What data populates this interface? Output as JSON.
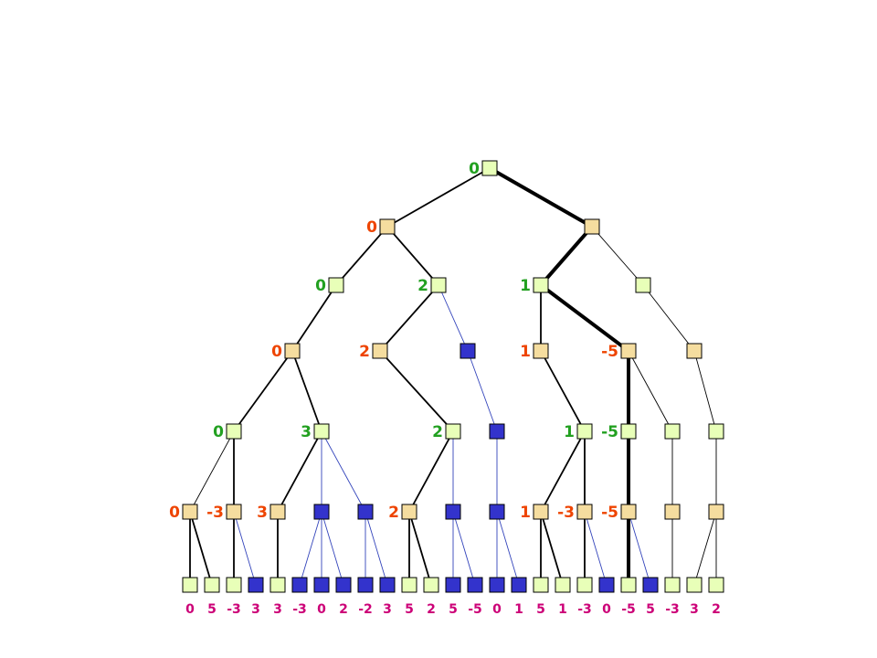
{
  "colors": {
    "max_node": "#e8ffb8",
    "min_node": "#f5dd9f",
    "pruned_node": "#3333cc",
    "max_label": "#22a020",
    "min_label": "#ee4400",
    "leaf_label": "#cc0077",
    "edge": "#000000",
    "pruned_edge": "#3344bb"
  },
  "tree": {
    "nodes": [
      {
        "id": "r",
        "kind": "max",
        "label": "0"
      },
      {
        "id": "a",
        "kind": "min",
        "label": "0"
      },
      {
        "id": "b",
        "kind": "min",
        "label": ""
      },
      {
        "id": "a1",
        "kind": "max",
        "label": "0"
      },
      {
        "id": "a2",
        "kind": "max",
        "label": "2"
      },
      {
        "id": "b1",
        "kind": "max",
        "label": "1"
      },
      {
        "id": "b2",
        "kind": "max",
        "label": ""
      },
      {
        "id": "a1a",
        "kind": "min",
        "label": "0"
      },
      {
        "id": "a2a",
        "kind": "min",
        "label": "2"
      },
      {
        "id": "a2b",
        "kind": "pruned",
        "label": ""
      },
      {
        "id": "b1a",
        "kind": "min",
        "label": "1"
      },
      {
        "id": "b1b",
        "kind": "min",
        "label": "-5"
      },
      {
        "id": "b2a",
        "kind": "min",
        "label": ""
      },
      {
        "id": "a1a1",
        "kind": "max",
        "label": "0"
      },
      {
        "id": "a1a2",
        "kind": "max",
        "label": "3"
      },
      {
        "id": "a2a1",
        "kind": "max",
        "label": "2"
      },
      {
        "id": "a2b1",
        "kind": "pruned",
        "label": ""
      },
      {
        "id": "b1a1",
        "kind": "max",
        "label": "1"
      },
      {
        "id": "b1b1",
        "kind": "max",
        "label": "-5"
      },
      {
        "id": "b1b2",
        "kind": "max",
        "label": ""
      },
      {
        "id": "b2a1",
        "kind": "max",
        "label": ""
      },
      {
        "id": "m1",
        "kind": "min",
        "label": "0"
      },
      {
        "id": "m2",
        "kind": "min",
        "label": "-3"
      },
      {
        "id": "m3",
        "kind": "min",
        "label": "3"
      },
      {
        "id": "m4",
        "kind": "pruned",
        "label": ""
      },
      {
        "id": "m5",
        "kind": "pruned",
        "label": ""
      },
      {
        "id": "m6",
        "kind": "min",
        "label": "2"
      },
      {
        "id": "m7",
        "kind": "pruned",
        "label": ""
      },
      {
        "id": "m8",
        "kind": "pruned",
        "label": ""
      },
      {
        "id": "m9",
        "kind": "min",
        "label": "1"
      },
      {
        "id": "m10",
        "kind": "min",
        "label": "-3"
      },
      {
        "id": "m11",
        "kind": "min",
        "label": "-5"
      },
      {
        "id": "m12",
        "kind": "min",
        "label": ""
      },
      {
        "id": "m13",
        "kind": "min",
        "label": ""
      }
    ],
    "leaves": [
      {
        "label": "0",
        "kind": "max"
      },
      {
        "label": "5",
        "kind": "max"
      },
      {
        "label": "-3",
        "kind": "max"
      },
      {
        "label": "3",
        "kind": "pruned"
      },
      {
        "label": "3",
        "kind": "max"
      },
      {
        "label": "-3",
        "kind": "pruned"
      },
      {
        "label": "0",
        "kind": "pruned"
      },
      {
        "label": "2",
        "kind": "pruned"
      },
      {
        "label": "-2",
        "kind": "pruned"
      },
      {
        "label": "3",
        "kind": "pruned"
      },
      {
        "label": "5",
        "kind": "max"
      },
      {
        "label": "2",
        "kind": "max"
      },
      {
        "label": "5",
        "kind": "pruned"
      },
      {
        "label": "-5",
        "kind": "pruned"
      },
      {
        "label": "0",
        "kind": "pruned"
      },
      {
        "label": "1",
        "kind": "pruned"
      },
      {
        "label": "5",
        "kind": "max"
      },
      {
        "label": "1",
        "kind": "max"
      },
      {
        "label": "-3",
        "kind": "max"
      },
      {
        "label": "0",
        "kind": "pruned"
      },
      {
        "label": "-5",
        "kind": "max"
      },
      {
        "label": "5",
        "kind": "pruned"
      },
      {
        "label": "-3",
        "kind": "max"
      },
      {
        "label": "3",
        "kind": "max"
      },
      {
        "label": "2",
        "kind": "max"
      }
    ]
  }
}
